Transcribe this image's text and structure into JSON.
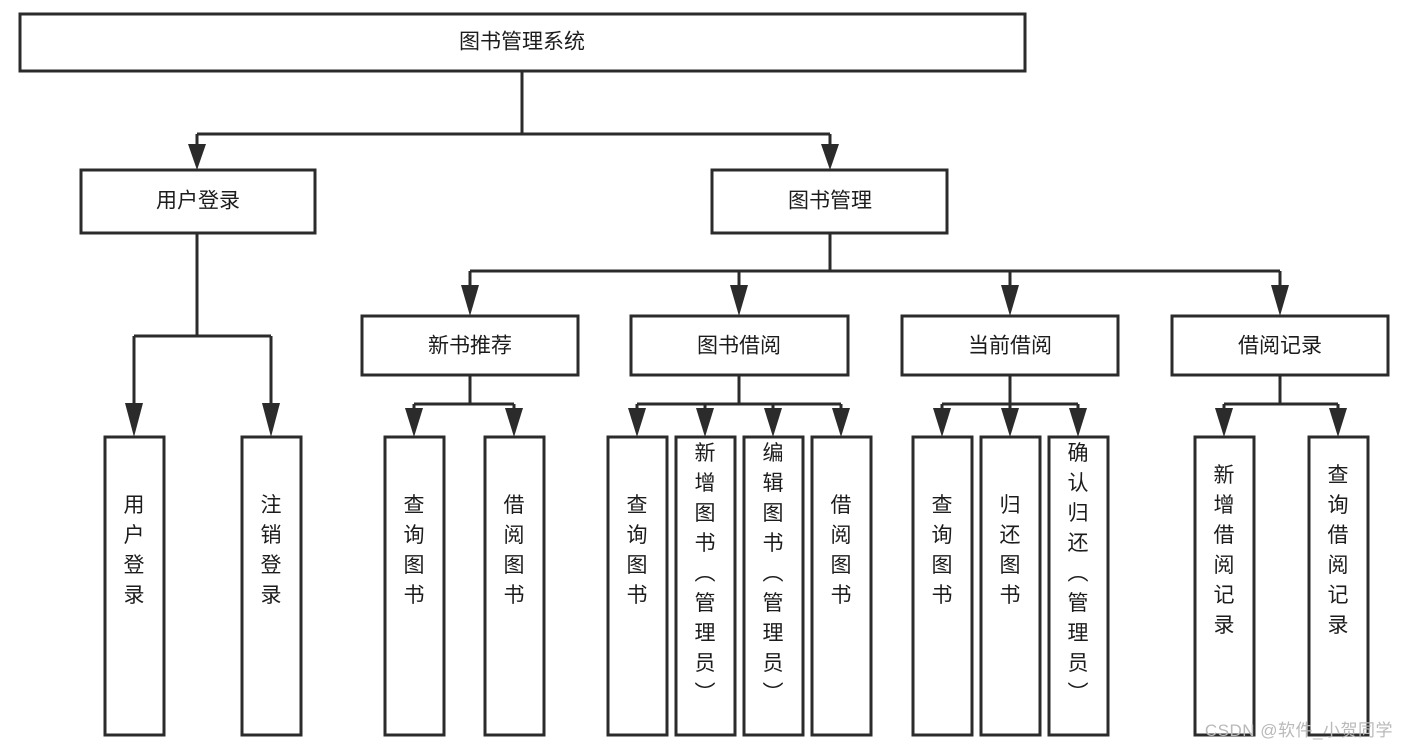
{
  "diagram": {
    "title": "图书管理系统",
    "type": "tree",
    "watermark": "CSDN @软件_小贺同学",
    "colors": {
      "stroke": "#2b2b2b",
      "fill": "#ffffff",
      "text": "#1c1c1c",
      "watermark": "#b9b9b9"
    },
    "nodes": {
      "root": {
        "label": "图书管理系统",
        "orientation": "horizontal"
      },
      "level2": [
        {
          "id": "user-login",
          "label": "用户登录",
          "orientation": "horizontal"
        },
        {
          "id": "book-manage",
          "label": "图书管理",
          "orientation": "horizontal"
        }
      ],
      "level3": [
        {
          "id": "new-book-recommend",
          "label": "新书推荐",
          "orientation": "horizontal"
        },
        {
          "id": "book-borrow",
          "label": "图书借阅",
          "orientation": "horizontal"
        },
        {
          "id": "current-borrow",
          "label": "当前借阅",
          "orientation": "horizontal"
        },
        {
          "id": "borrow-record",
          "label": "借阅记录",
          "orientation": "horizontal"
        }
      ],
      "leaves": {
        "user-login": [
          {
            "id": "leaf-user-login",
            "label": "用户登录",
            "orientation": "vertical"
          },
          {
            "id": "leaf-user-logout",
            "label": "注销登录",
            "orientation": "vertical"
          }
        ],
        "new-book-recommend": [
          {
            "id": "leaf-query-book-1",
            "label": "查询图书",
            "orientation": "vertical"
          },
          {
            "id": "leaf-borrow-book-1",
            "label": "借阅图书",
            "orientation": "vertical"
          }
        ],
        "book-borrow": [
          {
            "id": "leaf-query-book-2",
            "label": "查询图书",
            "orientation": "vertical"
          },
          {
            "id": "leaf-add-book",
            "label": "新增图书（管理员）",
            "orientation": "vertical"
          },
          {
            "id": "leaf-edit-book",
            "label": "编辑图书（管理员）",
            "orientation": "vertical"
          },
          {
            "id": "leaf-borrow-book-2",
            "label": "借阅图书",
            "orientation": "vertical"
          }
        ],
        "current-borrow": [
          {
            "id": "leaf-query-book-3",
            "label": "查询图书",
            "orientation": "vertical"
          },
          {
            "id": "leaf-return-book",
            "label": "归还图书",
            "orientation": "vertical"
          },
          {
            "id": "leaf-confirm-return",
            "label": "确认归还（管理员）",
            "orientation": "vertical"
          }
        ],
        "borrow-record": [
          {
            "id": "leaf-add-record",
            "label": "新增借阅记录",
            "orientation": "vertical"
          },
          {
            "id": "leaf-query-record",
            "label": "查询借阅记录",
            "orientation": "vertical"
          }
        ]
      }
    }
  }
}
